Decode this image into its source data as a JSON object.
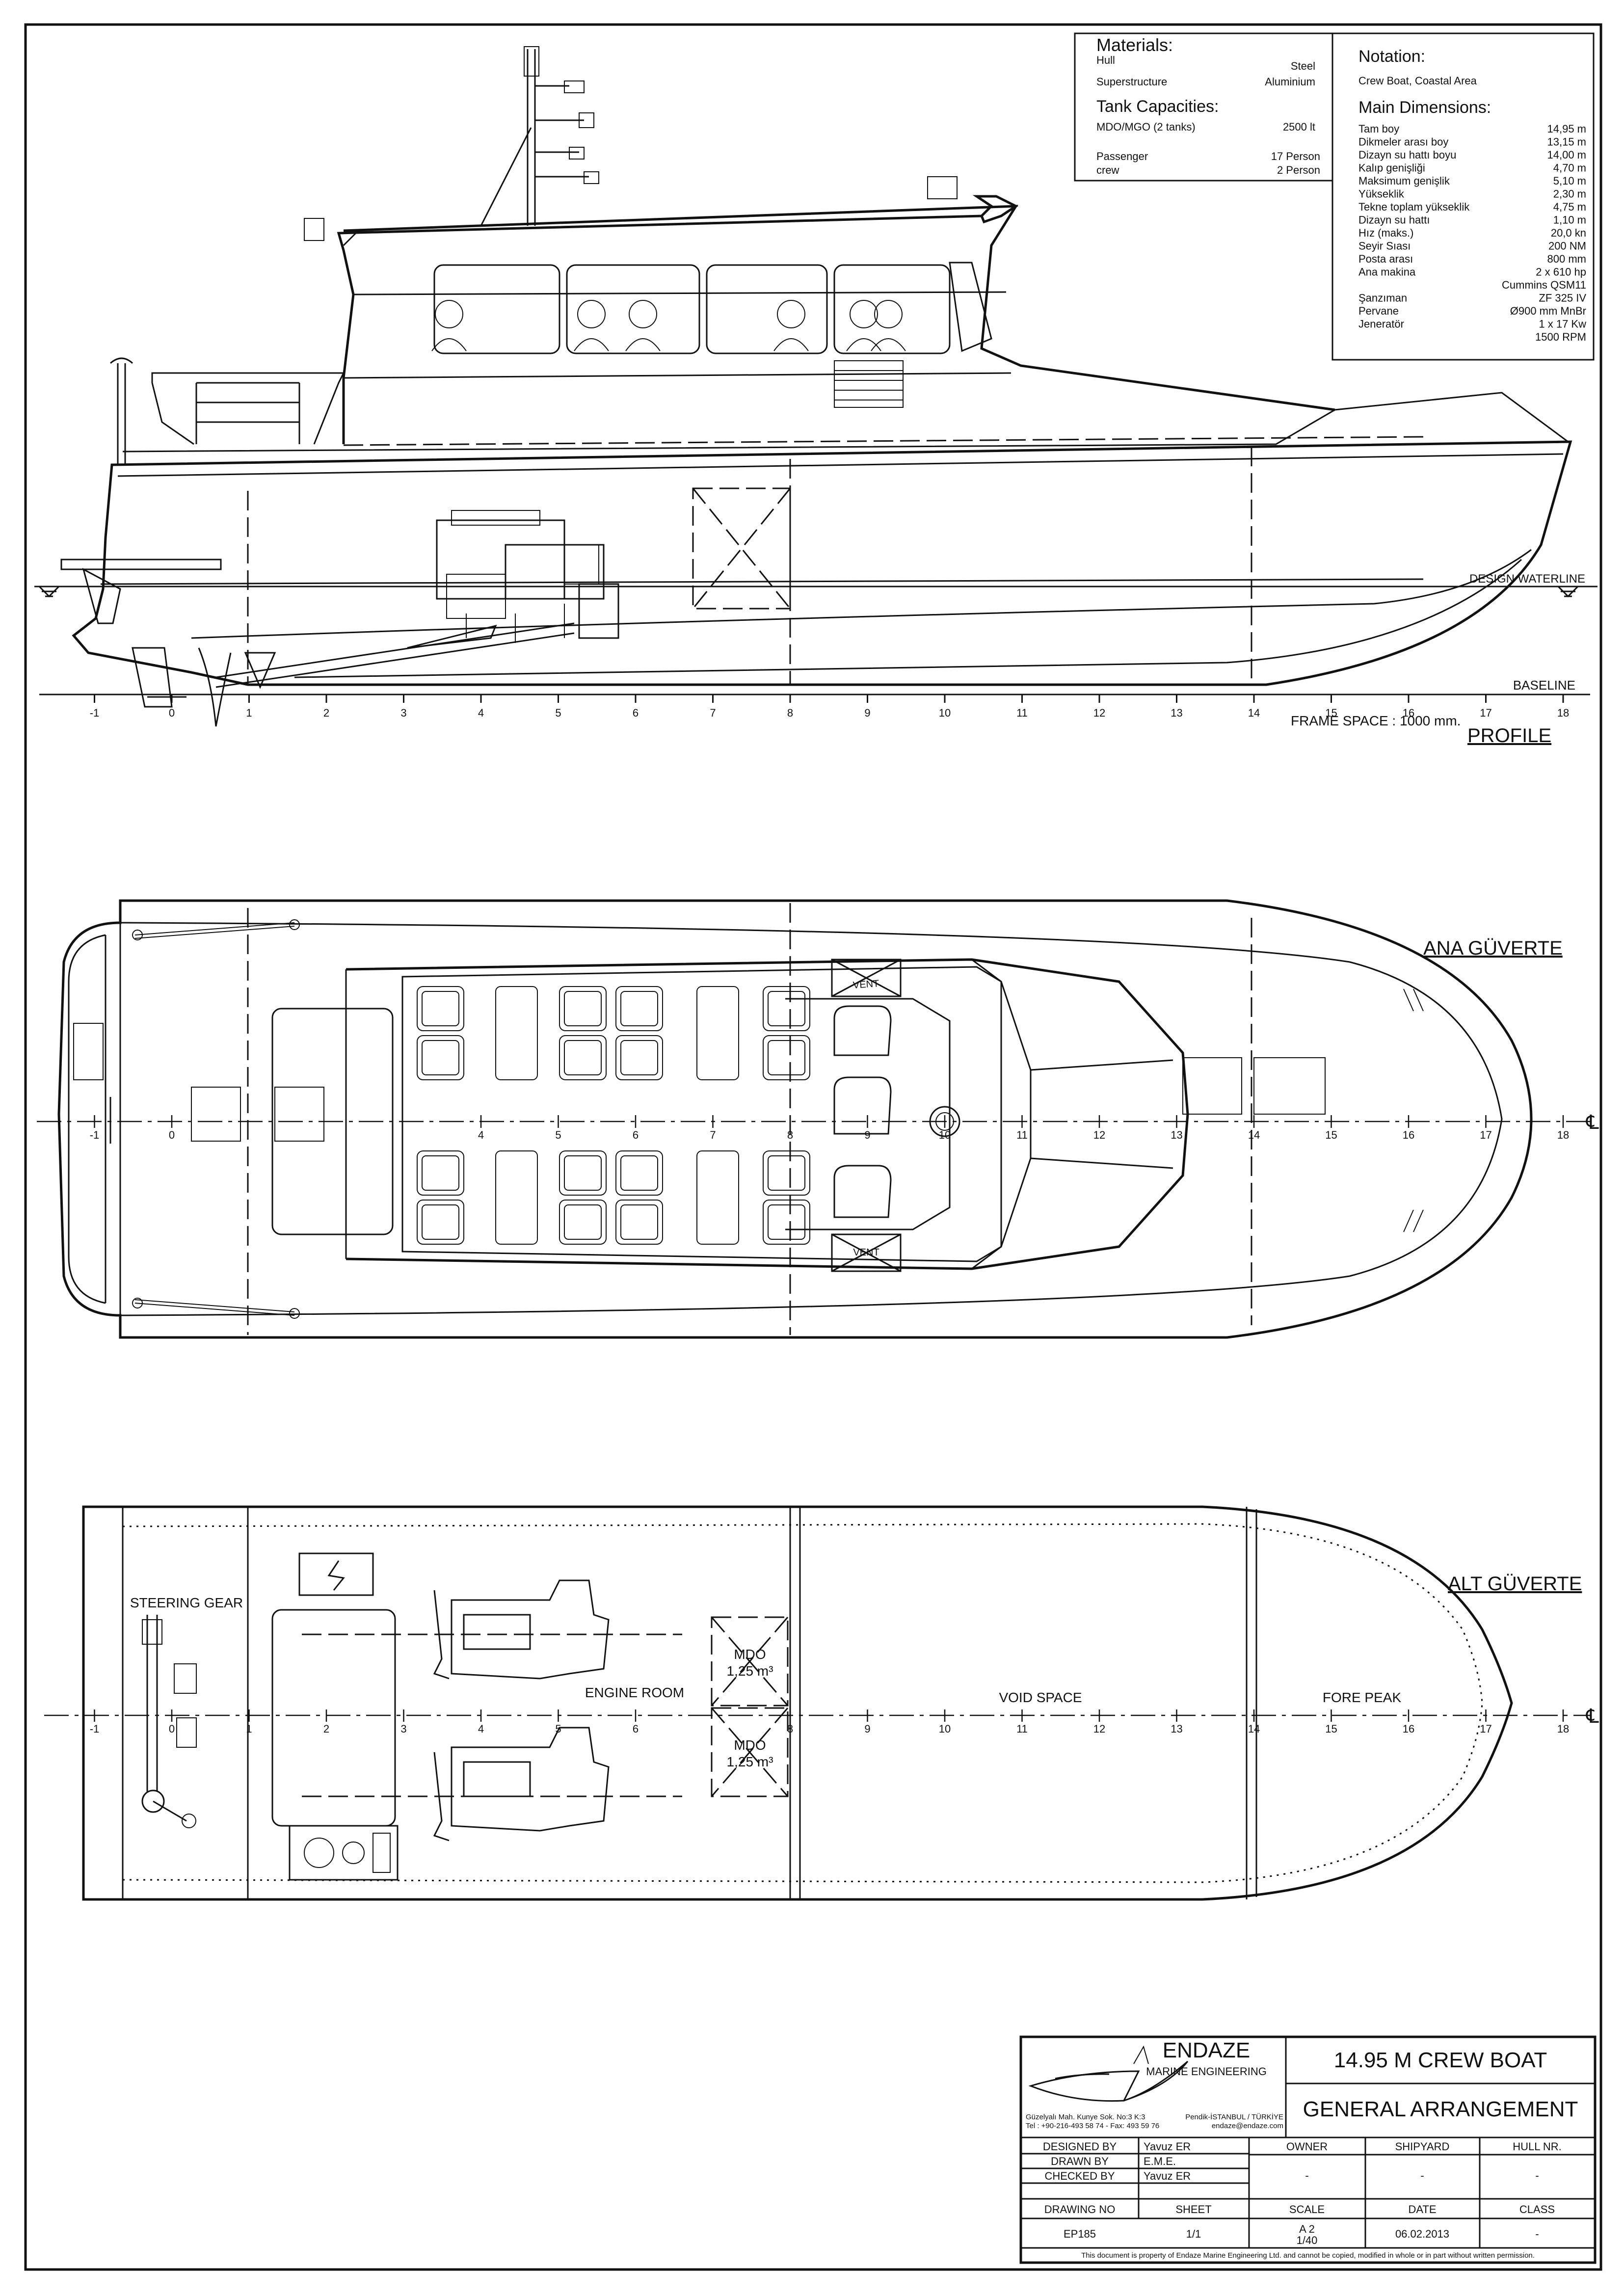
{
  "materials": {
    "heading": "Materials:",
    "rows": [
      {
        "label": "Hull",
        "value": "Steel"
      },
      {
        "label": "Superstructure",
        "value": "Aluminium"
      }
    ]
  },
  "tanks": {
    "heading": "Tank Capacities:",
    "rows": [
      {
        "label": "MDO/MGO (2 tanks)",
        "value": "2500 lt"
      },
      {
        "label": "Passenger",
        "value": "17 Person"
      },
      {
        "label": "crew",
        "value": "2 Person"
      }
    ]
  },
  "notation": {
    "heading": "Notation:",
    "text": "Crew Boat, Coastal Area"
  },
  "dimensions": {
    "heading": "Main Dimensions:",
    "rows": [
      {
        "label": "Tam boy",
        "value": "14,95 m"
      },
      {
        "label": "Dikmeler arası boy",
        "value": "13,15 m"
      },
      {
        "label": "Dizayn su hattı boyu",
        "value": "14,00 m"
      },
      {
        "label": "Kalıp genişliği",
        "value": "4,70 m"
      },
      {
        "label": "Maksimum genişlik",
        "value": "5,10 m"
      },
      {
        "label": "Yükseklik",
        "value": "2,30 m"
      },
      {
        "label": "Tekne toplam yükseklik",
        "value": "4,75 m"
      },
      {
        "label": "Dizayn su hattı",
        "value": "1,10 m"
      },
      {
        "label": "Hız (maks.)",
        "value": "20,0 kn"
      },
      {
        "label": "Seyir Sıası",
        "value": "200 NM"
      },
      {
        "label": "Posta arası",
        "value": "800 mm"
      },
      {
        "label": "Ana makina",
        "value": "2 x 610 hp"
      },
      {
        "label": "",
        "value": "Cummins QSM11"
      },
      {
        "label": "Şanzıman",
        "value": "ZF 325 IV"
      },
      {
        "label": "Pervane",
        "value": "Ø900 mm MnBr"
      },
      {
        "label": "Jeneratör",
        "value": "1 x 17 Kw"
      },
      {
        "label": "",
        "value": "1500 RPM"
      }
    ]
  },
  "profile": {
    "design_waterline": "DESIGN WATERLINE",
    "baseline": "BASELINE",
    "frame_space": "FRAME SPACE : 1000 mm.",
    "title": "PROFILE"
  },
  "frames": [
    "-1",
    "0",
    "1",
    "2",
    "3",
    "4",
    "5",
    "6",
    "7",
    "8",
    "9",
    "10",
    "11",
    "12",
    "13",
    "14",
    "15",
    "16",
    "17",
    "18"
  ],
  "main_deck": {
    "title": "ANA GÜVERTE",
    "vent_top": "VENT",
    "vent_bottom": "VENT",
    "centerline": "℄",
    "frames": [
      "-1",
      "0",
      "4",
      "5",
      "6",
      "7",
      "8",
      "9",
      "10",
      "11",
      "12",
      "13",
      "14",
      "15",
      "16",
      "17",
      "18"
    ]
  },
  "lower_deck": {
    "title": "ALT GÜVERTE",
    "steering_gear": "STEERING GEAR",
    "engine_room": "ENGINE ROOM",
    "void_space": "VOID SPACE",
    "fore_peak": "FORE PEAK",
    "mdo_top_name": "MDO",
    "mdo_top_vol": "1,25 m³",
    "mdo_bottom_name": "MDO",
    "mdo_bottom_vol": "1,25 m³",
    "centerline": "℄",
    "frames": [
      "-1",
      "0",
      "1",
      "2",
      "3",
      "4",
      "5",
      "6",
      "8",
      "9",
      "10",
      "11",
      "12",
      "13",
      "14",
      "15",
      "16",
      "17",
      "18"
    ]
  },
  "title_block": {
    "company": "ENDAZE",
    "company_sub": "MARINE ENGINEERING",
    "address_left": "Güzelyalı Mah. Kunye Sok. No:3 K:3",
    "phone": "Tel : +90-216-493 58 74 - Fax: 493 59 76",
    "address_right": "Pendik-İSTANBUL / TÜRKİYE",
    "email": "endaze@endaze.com",
    "project": "14.95 M CREW BOAT",
    "drawing_title": "GENERAL ARRANGEMENT",
    "designed_by_label": "DESIGNED BY",
    "designed_by": "Yavuz ER",
    "drawn_by_label": "DRAWN BY",
    "drawn_by": "E.M.E.",
    "checked_by_label": "CHECKED BY",
    "checked_by": "Yavuz ER",
    "owner_label": "OWNER",
    "owner": "-",
    "shipyard_label": "SHIPYARD",
    "shipyard": "-",
    "hull_label": "HULL NR.",
    "hull": "-",
    "drawing_no_label": "DRAWING NO",
    "drawing_no": "EP185",
    "sheet_label": "SHEET",
    "sheet": "1/1",
    "scale_label": "SCALE",
    "scale_size": "A 2",
    "scale": "1/40",
    "date_label": "DATE",
    "date": "06.02.2013",
    "class_label": "CLASS",
    "class": "-",
    "disclaimer": "This document is property of  Endaze Marine Engineering Ltd. and cannot be copied, modified in whole or in part without written permission."
  }
}
